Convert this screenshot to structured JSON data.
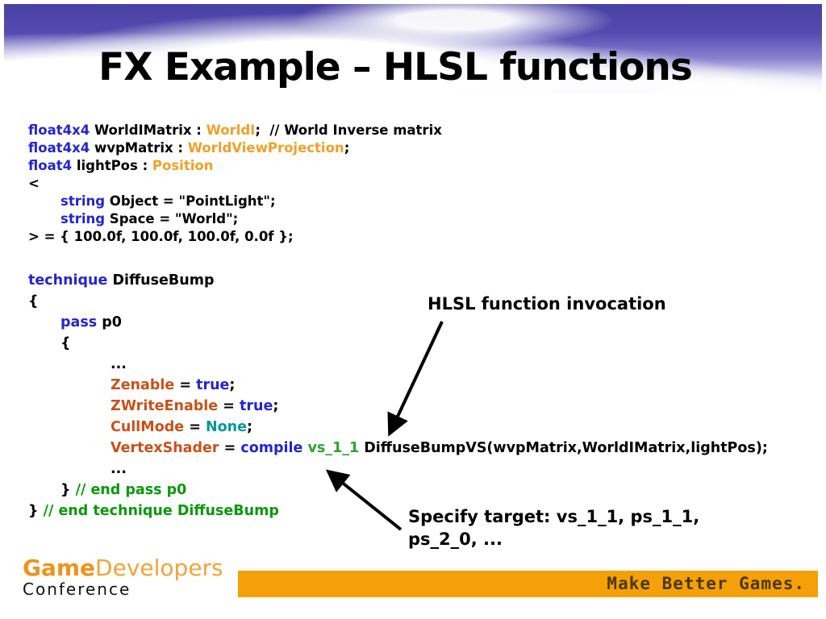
{
  "title": "FX Example – HLSL functions",
  "palette": {
    "keyword": "#2424cf",
    "semantic": "#f0a028",
    "state": "#c95118",
    "teal": "#009999",
    "target_green": "#2da32d",
    "comment_green": "#089908",
    "plain": "#000000"
  },
  "code": {
    "block1": {
      "lines": [
        {
          "ind": 0,
          "tokens": [
            {
              "t": "float4x4",
              "c": "keyword"
            },
            {
              "t": " WorldIMatrix : ",
              "c": "plain"
            },
            {
              "t": "WorldI",
              "c": "semantic"
            },
            {
              "t": ";  // World Inverse matrix",
              "c": "plain"
            }
          ]
        },
        {
          "ind": 0,
          "tokens": [
            {
              "t": "float4x4",
              "c": "keyword"
            },
            {
              "t": " wvpMatrix : ",
              "c": "plain"
            },
            {
              "t": "WorldViewProjection",
              "c": "semantic"
            },
            {
              "t": ";",
              "c": "plain"
            }
          ]
        },
        {
          "ind": 0,
          "tokens": [
            {
              "t": "float4",
              "c": "keyword"
            },
            {
              "t": " lightPos : ",
              "c": "plain"
            },
            {
              "t": "Position",
              "c": "semantic"
            }
          ]
        },
        {
          "ind": 0,
          "tokens": [
            {
              "t": "<",
              "c": "plain"
            }
          ]
        },
        {
          "ind": 40,
          "tokens": [
            {
              "t": "string",
              "c": "keyword"
            },
            {
              "t": " Object = \"PointLight\";",
              "c": "plain"
            }
          ]
        },
        {
          "ind": 40,
          "tokens": [
            {
              "t": "string",
              "c": "keyword"
            },
            {
              "t": " Space = \"World\";",
              "c": "plain"
            }
          ]
        },
        {
          "ind": 0,
          "tokens": [
            {
              "t": "> = { 100.0f, 100.0f, 100.0f, 0.0f };",
              "c": "plain"
            }
          ]
        }
      ]
    },
    "block2": {
      "lines": [
        {
          "ind": 0,
          "tokens": [
            {
              "t": "technique",
              "c": "keyword"
            },
            {
              "t": " DiffuseBump",
              "c": "plain"
            }
          ]
        },
        {
          "ind": 0,
          "tokens": [
            {
              "t": "{",
              "c": "plain"
            }
          ]
        },
        {
          "ind": 40,
          "tokens": [
            {
              "t": "pass",
              "c": "keyword"
            },
            {
              "t": " p0",
              "c": "plain"
            }
          ]
        },
        {
          "ind": 40,
          "tokens": [
            {
              "t": "{",
              "c": "plain"
            }
          ]
        },
        {
          "ind": 102,
          "tokens": [
            {
              "t": "...",
              "c": "plain"
            }
          ]
        },
        {
          "ind": 102,
          "tokens": [
            {
              "t": "Zenable",
              "c": "state"
            },
            {
              "t": " = ",
              "c": "plain"
            },
            {
              "t": "true",
              "c": "keyword"
            },
            {
              "t": ";",
              "c": "plain"
            }
          ]
        },
        {
          "ind": 102,
          "tokens": [
            {
              "t": "ZWriteEnable",
              "c": "state"
            },
            {
              "t": " = ",
              "c": "plain"
            },
            {
              "t": "true",
              "c": "keyword"
            },
            {
              "t": ";",
              "c": "plain"
            }
          ]
        },
        {
          "ind": 102,
          "tokens": [
            {
              "t": "CullMode",
              "c": "state"
            },
            {
              "t": " = ",
              "c": "plain"
            },
            {
              "t": "None",
              "c": "teal"
            },
            {
              "t": ";",
              "c": "plain"
            }
          ]
        },
        {
          "ind": 102,
          "tokens": [
            {
              "t": "VertexShader",
              "c": "state"
            },
            {
              "t": " = ",
              "c": "plain"
            },
            {
              "t": "compile",
              "c": "keyword"
            },
            {
              "t": " ",
              "c": "plain"
            },
            {
              "t": "vs_1_1",
              "c": "target_green"
            },
            {
              "t": " DiffuseBumpVS(wvpMatrix,WorldIMatrix,lightPos);",
              "c": "plain"
            }
          ]
        },
        {
          "ind": 102,
          "tokens": [
            {
              "t": "...",
              "c": "plain"
            }
          ]
        },
        {
          "ind": 40,
          "tokens": [
            {
              "t": "} ",
              "c": "plain"
            },
            {
              "t": "// end pass p0",
              "c": "comment_green"
            }
          ]
        },
        {
          "ind": 0,
          "tokens": [
            {
              "t": "} ",
              "c": "plain"
            },
            {
              "t": "// end technique DiffuseBump",
              "c": "comment_green"
            }
          ]
        }
      ]
    }
  },
  "annotations": {
    "invocation_label": "HLSL function invocation",
    "target_label_line1": "Specify target: vs_1_1, ps_1_1,",
    "target_label_line2": "ps_2_0, ..."
  },
  "footer": {
    "logo_game": "Game",
    "logo_developers": "Developers",
    "logo_conference": "Conference",
    "logo_game_color": "#ef931c",
    "logo_developers_color": "#f3a338",
    "tagline": "Make Better Games.",
    "bar_color": "#f5a008",
    "tagline_color": "#4a3800"
  }
}
